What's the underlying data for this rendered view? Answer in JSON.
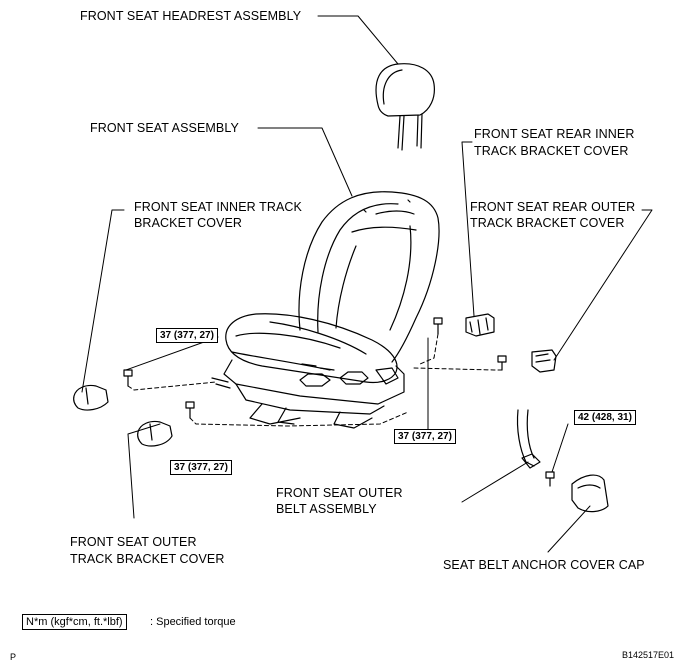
{
  "labels": {
    "headrest": "FRONT SEAT HEADREST ASSEMBLY",
    "seat_assembly": "FRONT SEAT ASSEMBLY",
    "rear_inner_cover_1": "FRONT SEAT REAR INNER",
    "rear_inner_cover_2": "TRACK BRACKET COVER",
    "inner_track_cover_1": "FRONT SEAT INNER TRACK",
    "inner_track_cover_2": "BRACKET COVER",
    "rear_outer_cover_1": "FRONT SEAT REAR OUTER",
    "rear_outer_cover_2": "TRACK BRACKET COVER",
    "outer_belt_1": "FRONT SEAT OUTER",
    "outer_belt_2": "BELT ASSEMBLY",
    "outer_track_cover_1": "FRONT SEAT OUTER",
    "outer_track_cover_2": "TRACK BRACKET COVER",
    "anchor_cap": "SEAT BELT ANCHOR COVER CAP"
  },
  "torque": {
    "t1": "37 (377, 27)",
    "t2": "37 (377, 27)",
    "t3": "37 (377, 27)",
    "t4": "42 (428, 31)"
  },
  "legend": {
    "unit": "N*m (kgf*cm, ft.*lbf)",
    "text": ": Specified torque"
  },
  "footer": {
    "left_code": "P",
    "figure_id": "B142517E01"
  }
}
